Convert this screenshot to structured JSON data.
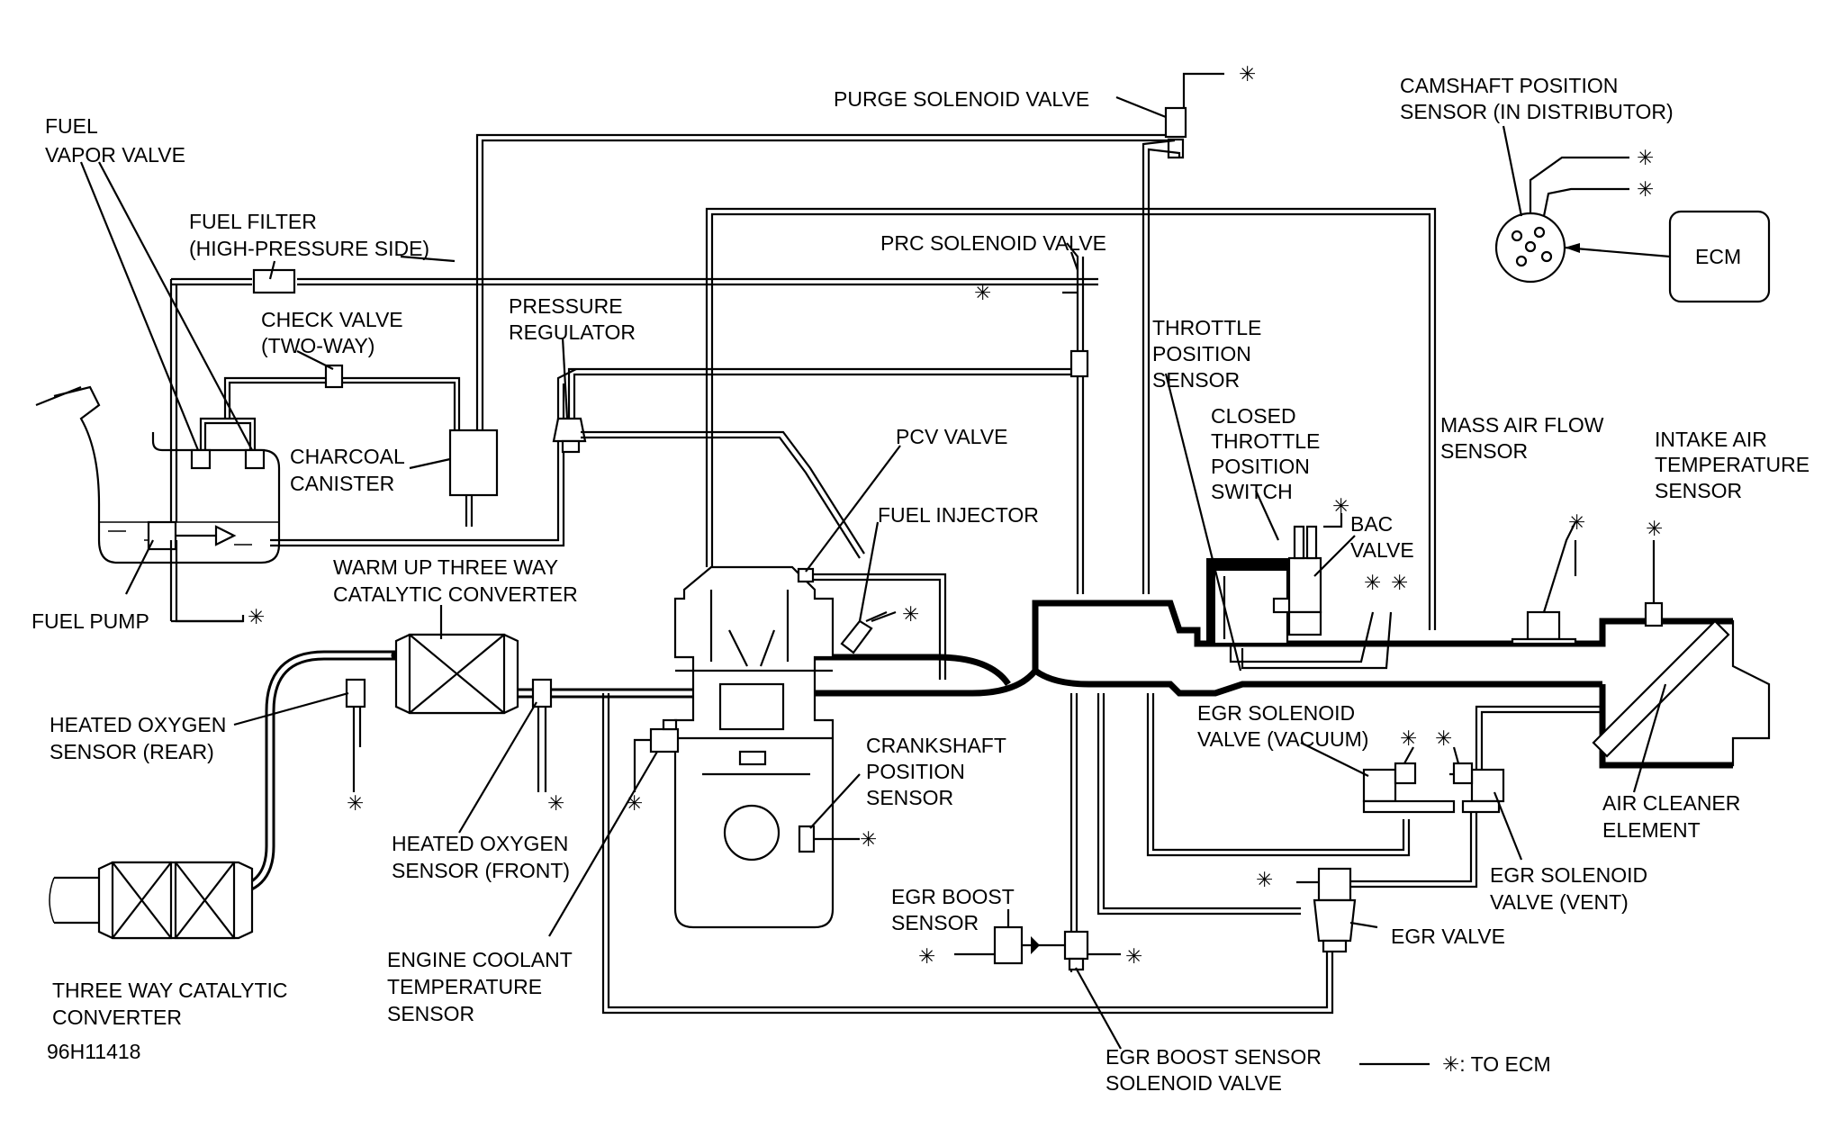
{
  "labels": {
    "fuel_vapor_valve_1": "FUEL",
    "fuel_vapor_valve_2": "VAPOR VALVE",
    "fuel_filter_1": "FUEL FILTER",
    "fuel_filter_2": "(HIGH-PRESSURE SIDE)",
    "check_valve_1": "CHECK VALVE",
    "check_valve_2": "(TWO-WAY)",
    "charcoal_canister_1": "CHARCOAL",
    "charcoal_canister_2": "CANISTER",
    "fuel_pump": "FUEL PUMP",
    "pressure_regulator_1": "PRESSURE",
    "pressure_regulator_2": "REGULATOR",
    "purge_solenoid_valve": "PURGE SOLENOID VALVE",
    "prc_solenoid_valve": "PRC SOLENOID VALVE",
    "camshaft_sensor_1": "CAMSHAFT POSITION",
    "camshaft_sensor_2": "SENSOR (IN DISTRIBUTOR)",
    "ecm": "ECM",
    "throttle_position_sensor_1": "THROTTLE",
    "throttle_position_sensor_2": "POSITION",
    "throttle_position_sensor_3": "SENSOR",
    "closed_throttle_switch_1": "CLOSED",
    "closed_throttle_switch_2": "THROTTLE",
    "closed_throttle_switch_3": "POSITION",
    "closed_throttle_switch_4": "SWITCH",
    "bac_valve_1": "BAC",
    "bac_valve_2": "VALVE",
    "mass_air_flow_1": "MASS AIR FLOW",
    "mass_air_flow_2": "SENSOR",
    "intake_air_temp_1": "INTAKE AIR",
    "intake_air_temp_2": "TEMPERATURE",
    "intake_air_temp_3": "SENSOR",
    "pcv_valve": "PCV VALVE",
    "fuel_injector": "FUEL INJECTOR",
    "warm_up_converter_1": "WARM UP THREE WAY",
    "warm_up_converter_2": "CATALYTIC CONVERTER",
    "heated_o2_rear_1": "HEATED OXYGEN",
    "heated_o2_rear_2": "SENSOR (REAR)",
    "heated_o2_front_1": "HEATED OXYGEN",
    "heated_o2_front_2": "SENSOR (FRONT)",
    "crankshaft_sensor_1": "CRANKSHAFT",
    "crankshaft_sensor_2": "POSITION",
    "crankshaft_sensor_3": "SENSOR",
    "egr_solenoid_vacuum_1": "EGR SOLENOID",
    "egr_solenoid_vacuum_2": "VALVE (VACUUM)",
    "egr_solenoid_vent_1": "EGR SOLENOID",
    "egr_solenoid_vent_2": "VALVE (VENT)",
    "air_cleaner_1": "AIR CLEANER",
    "air_cleaner_2": "ELEMENT",
    "egr_valve": "EGR VALVE",
    "egr_boost_sensor_1": "EGR BOOST",
    "egr_boost_sensor_2": "SENSOR",
    "engine_coolant_1": "ENGINE COOLANT",
    "engine_coolant_2": "TEMPERATURE",
    "engine_coolant_3": "SENSOR",
    "three_way_converter_1": "THREE WAY CATALYTIC",
    "three_way_converter_2": "CONVERTER",
    "egr_boost_solenoid_1": "EGR BOOST SENSOR",
    "egr_boost_solenoid_2": "SOLENOID VALVE",
    "figure_id": "96H11418"
  },
  "legend": {
    "symbol": "✳",
    "text": "✳: TO ECM"
  }
}
